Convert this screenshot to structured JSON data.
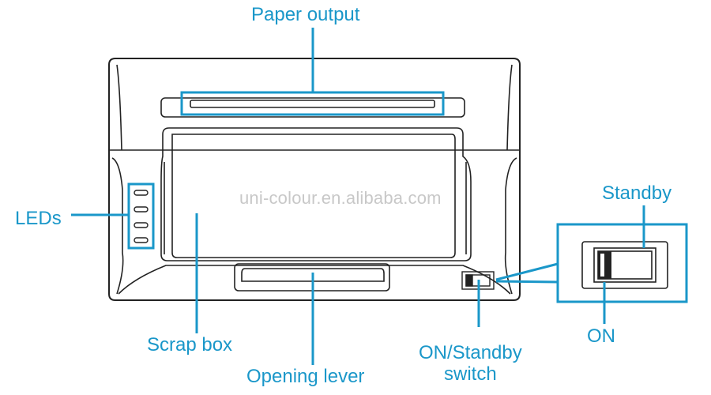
{
  "callouts": {
    "paper_output": "Paper output",
    "leds": "LEDs",
    "scrap_box": "Scrap box",
    "opening_lever": "Opening lever",
    "switch_line1": "ON/Standby",
    "switch_line2": "switch",
    "standby": "Standby",
    "on": "ON"
  },
  "watermark": "uni-colour.en.alibaba.com",
  "colors": {
    "callout": "#1a97c9",
    "outline": "#222222",
    "watermark": "#c8c8c8"
  }
}
